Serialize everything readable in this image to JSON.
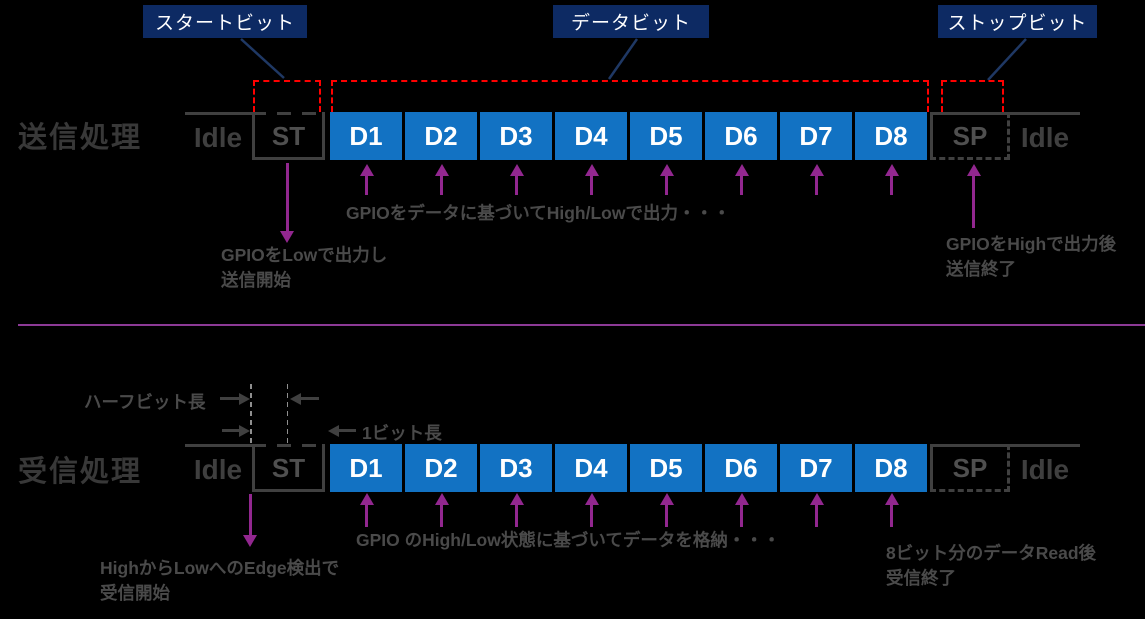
{
  "colors": {
    "background": "#000000",
    "callout_box": "#0d2a63",
    "callout_connector": "#1f3864",
    "data_bit_blue": "#1272c3",
    "red_highlight": "#ff0000",
    "purple_arrow": "#92278f",
    "divider_purple": "#8c3a96",
    "waveform_gray": "#404040"
  },
  "callouts": {
    "start_bit": "スタートビット",
    "data_bit": "データビット",
    "stop_bit": "ストップビット"
  },
  "tx": {
    "section_label": "送信処理",
    "idle_left": "Idle",
    "start_bit": "ST",
    "data_bits": [
      "D1",
      "D2",
      "D3",
      "D4",
      "D5",
      "D6",
      "D7",
      "D8"
    ],
    "stop_bit": "SP",
    "idle_right": "Idle",
    "note_start": [
      "GPIOをLowで出力し",
      "送信開始"
    ],
    "note_data": "GPIOをデータに基づいてHigh/Lowで出力・・・",
    "note_stop": [
      "GPIOをHighで出力後",
      "送信終了"
    ]
  },
  "rx": {
    "section_label": "受信処理",
    "idle_left": "Idle",
    "start_bit": "ST",
    "data_bits": [
      "D1",
      "D2",
      "D3",
      "D4",
      "D5",
      "D6",
      "D7",
      "D8"
    ],
    "stop_bit": "SP",
    "idle_right": "Idle",
    "half_bit_label": "ハーフビット長",
    "one_bit_label": "1ビット長",
    "note_start": [
      "HighからLowへのEdge検出で",
      "受信開始"
    ],
    "note_data": "GPIO のHigh/Low状態に基づいてデータを格納・・・",
    "note_stop": [
      "8ビット分のデータRead後",
      "受信終了"
    ]
  }
}
